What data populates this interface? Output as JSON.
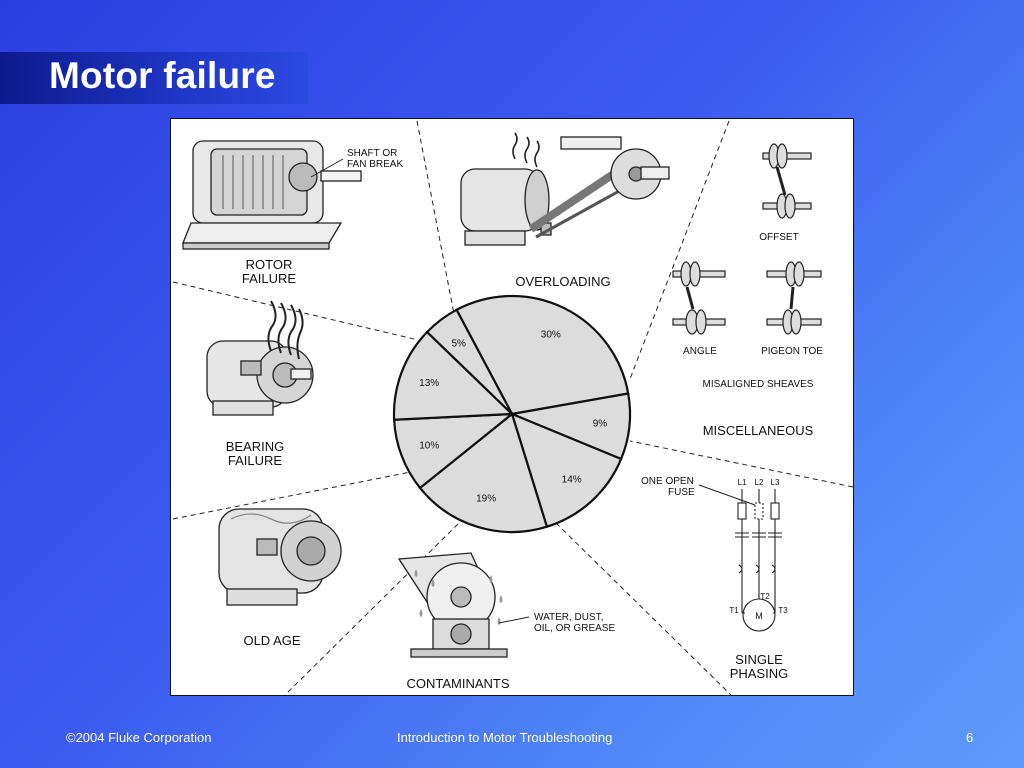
{
  "slide": {
    "title": "Motor failure",
    "footer_left": "©2004 Fluke Corporation",
    "footer_center": "Introduction to Motor Troubleshooting",
    "page_number": "6",
    "colors": {
      "background": "#3c5cf0",
      "title_bar": "#0d1a8c",
      "pie_fill": "#dcdcdc"
    }
  },
  "figure": {
    "sections": {
      "rotor": [
        "ROTOR",
        "FAILURE"
      ],
      "shaft": [
        "SHAFT OR",
        "FAN BREAK"
      ],
      "overloading": "OVERLOADING",
      "offset": "OFFSET",
      "angle": "ANGLE",
      "pigeon": "PIGEON TOE",
      "misaligned": "MISALIGNED SHEAVES",
      "misc": "MISCELLANEOUS",
      "fuse": [
        "ONE OPEN",
        "FUSE"
      ],
      "lines": [
        "L1",
        "L2",
        "L3"
      ],
      "terminals": [
        "T1",
        "T2",
        "T3"
      ],
      "motor": "M",
      "single": [
        "SINGLE",
        "PHASING"
      ],
      "water": [
        "WATER, DUST,",
        "OIL, OR GREASE"
      ],
      "contaminants": "CONTAMINANTS",
      "oldage": "OLD AGE",
      "bearing": [
        "BEARING",
        "FAILURE"
      ]
    }
  },
  "chart_data": {
    "type": "pie",
    "slices": [
      {
        "label": "30%",
        "value": 30
      },
      {
        "label": "9%",
        "value": 9
      },
      {
        "label": "14%",
        "value": 14
      },
      {
        "label": "19%",
        "value": 19
      },
      {
        "label": "10%",
        "value": 10
      },
      {
        "label": "13%",
        "value": 13
      },
      {
        "label": "5%",
        "value": 5
      }
    ],
    "title": ""
  }
}
